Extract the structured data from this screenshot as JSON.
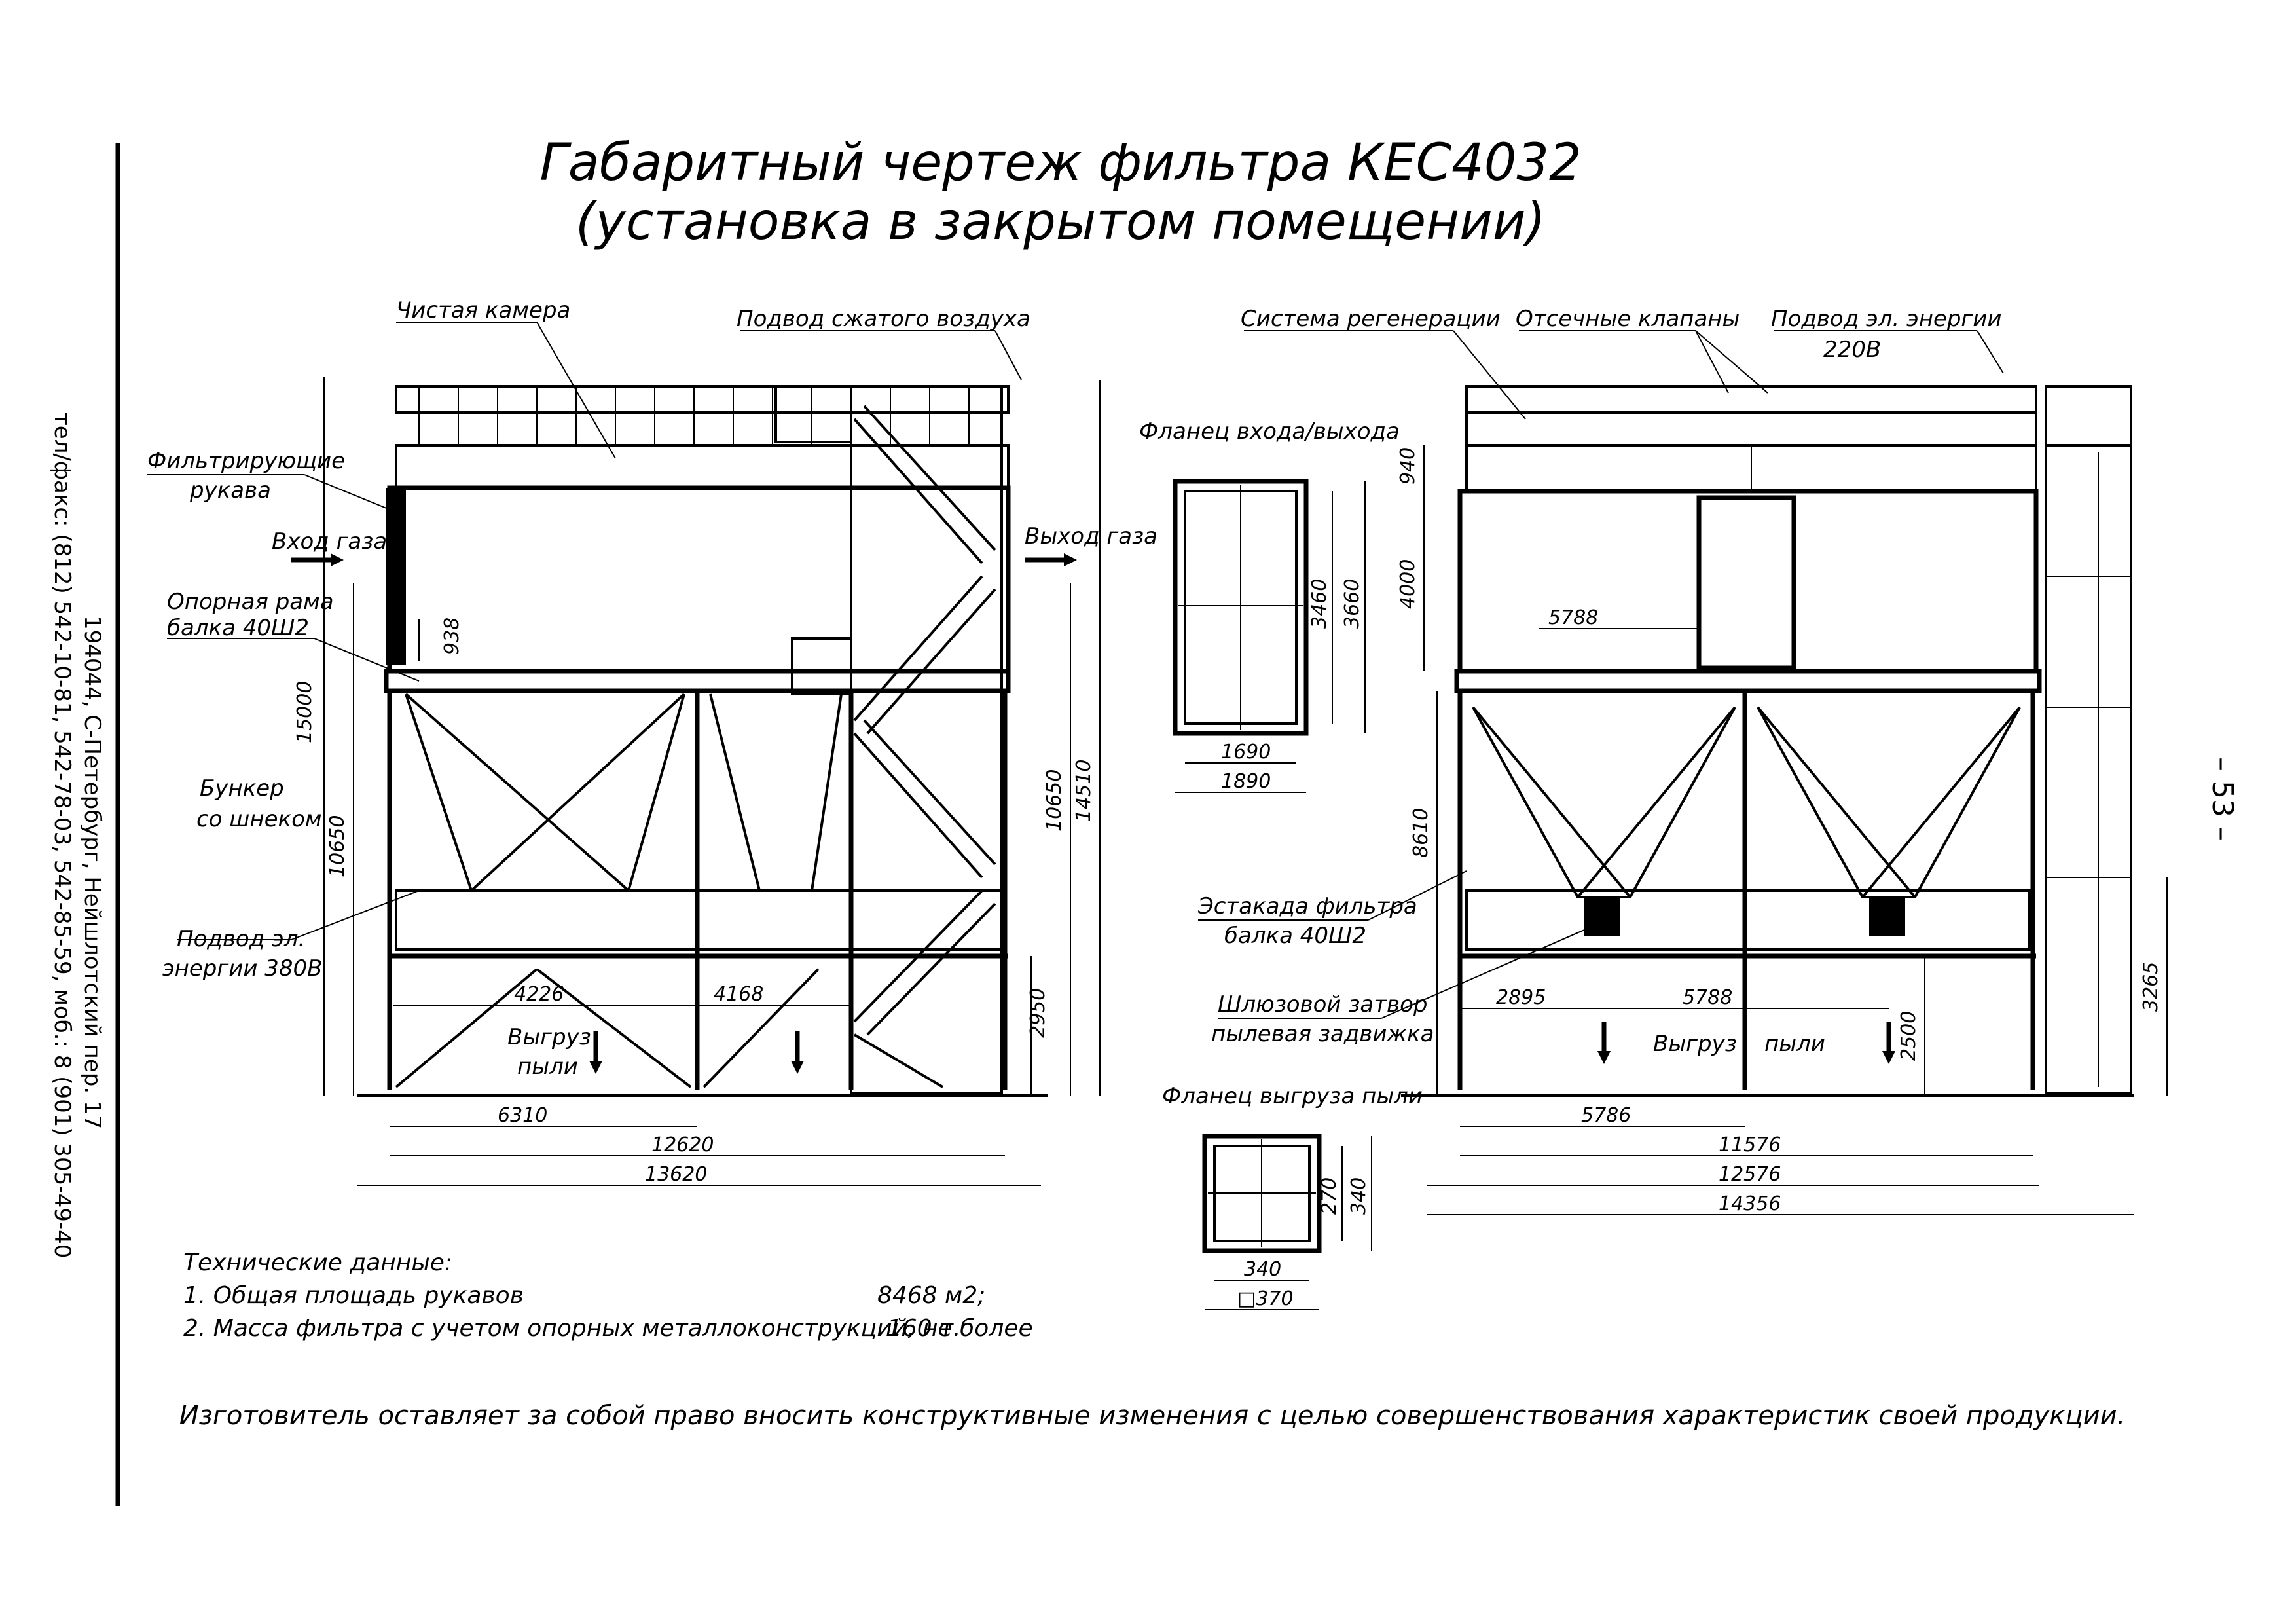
{
  "title": {
    "line1": "Габаритный чертеж фильтра  КЕС4032",
    "line2": "(установка в закрытом помещении)"
  },
  "side_contact": {
    "line1": "194044, С-Петербург, Нейшлотский пер. 17",
    "line2": "тел/факс: (812) 542-10-81, 542-78-03, 542-85-59, моб.: 8 (901) 305-49-40"
  },
  "page_number": "– 53 –",
  "left_view": {
    "labels": {
      "clean_chamber": "Чистая камера",
      "compressed_air": "Подвод сжатого воздуха",
      "filter_bags_1": "Фильтрирующие",
      "filter_bags_2": "рукава",
      "gas_inlet": "Вход газа",
      "gas_outlet": "Выход газа",
      "support_frame_1": "Опорная рама",
      "support_frame_2": "балка 40Ш2",
      "hopper_1": "Бункер",
      "hopper_2": "со шнеком",
      "power_1": "Подвод эл.",
      "power_2": "энергии 380В",
      "dust_unload_1": "Выгруз",
      "dust_unload_2": "пыли"
    },
    "dims": {
      "d938": "938",
      "d15000": "15000",
      "d10650_left": "10650",
      "d10650_right": "10650",
      "d14510": "14510",
      "d2950": "2950",
      "d4226": "4226",
      "d4168": "4168",
      "d6310": "6310",
      "d12620": "12620",
      "d13620": "13620"
    }
  },
  "flange_inout": {
    "label": "Фланец входа/выхода",
    "dims": {
      "w_inner": "1690",
      "w_outer": "1890",
      "h_inner": "3460",
      "h_outer": "3660"
    }
  },
  "flange_dust": {
    "label": "Фланец выгруза пыли",
    "dims": {
      "h_inner": "270",
      "h_outer": "340",
      "w_inner": "340",
      "w_outer": "□370"
    }
  },
  "right_view": {
    "labels": {
      "regeneration": "Система регенерации",
      "cutoff_valves": "Отсечные клапаны",
      "power_1": "Подвод эл. энергии",
      "power_2": "220В",
      "trestle_1": "Эстакада фильтра",
      "trestle_2": "балка 40Ш2",
      "sluice_1": "Шлюзовой затвор",
      "sluice_2": "пылевая задвижка",
      "dust_1": "Выгруз",
      "dust_2": "пыли"
    },
    "dims": {
      "d940": "940",
      "d4000": "4000",
      "d5788_top": "5788",
      "d8610": "8610",
      "d2895": "2895",
      "d5788_bottom": "5788",
      "d2500": "2500",
      "d3265": "3265",
      "d5786": "5786",
      "d11576": "11576",
      "d12576": "12576",
      "d14356": "14356"
    }
  },
  "tech_data": {
    "heading": "Технические данные:",
    "item1": "1. Общая площадь рукавов",
    "value1": "8468 м2;",
    "item2": "2. Масса фильтра с учетом опорных металлоконструкций, не более",
    "value2": "160 т."
  },
  "disclaimer": "Изготовитель оставляет за собой право вносить конструктивные изменения с целью совершенствования характеристик своей продукции."
}
